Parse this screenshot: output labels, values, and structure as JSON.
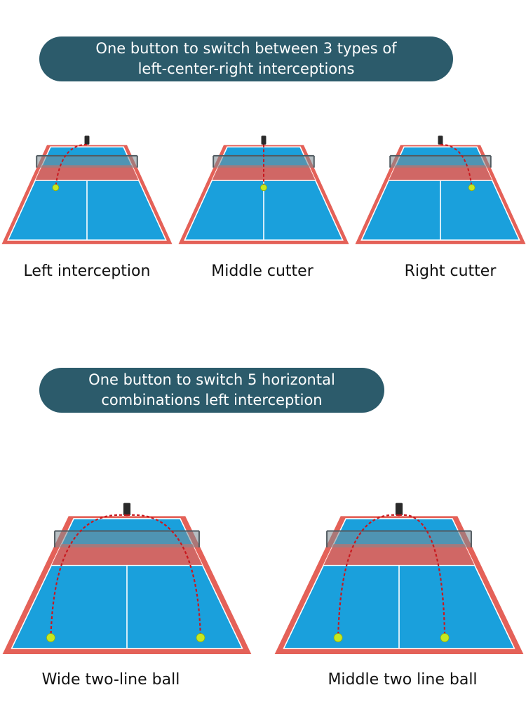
{
  "banner_top": {
    "line1": "One button to switch between 3 types of",
    "line2": "left-center-right interceptions"
  },
  "banner_bottom": {
    "line1": "One button to switch 5 horizontal",
    "line2": "combinations left interception"
  },
  "captions": {
    "left": "Left interception",
    "middle": "Middle cutter",
    "right": "Right cutter",
    "wide": "Wide two-line ball",
    "middle_two": "Middle two line ball"
  },
  "colors": {
    "banner_bg": "#2c5b6b",
    "court_blue": "#1aa0dc",
    "court_red": "#e46158",
    "trajectory": "#c8181e",
    "ball": "#c6e820"
  }
}
